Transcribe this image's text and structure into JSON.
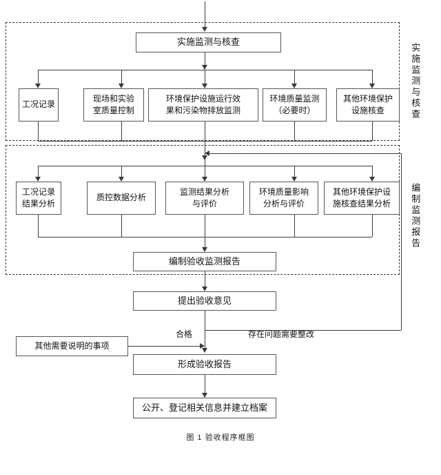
{
  "figure": {
    "caption": "图 1  验收程序框图"
  },
  "stages": [
    {
      "id": "stage-monitoring",
      "label": "实施监测与核查"
    },
    {
      "id": "stage-report",
      "label": "编制监测报告"
    }
  ],
  "nodes": {
    "implement_monitoring": "实施监测与核查",
    "row1": [
      {
        "id": "work-condition-record",
        "label": "工况记录"
      },
      {
        "id": "site-lab-quality-control",
        "label": "现场和实验\n室质量控制"
      },
      {
        "id": "env-facility-effect-pollutant-monitoring",
        "label": "环境保护设施运行效\n果和污染物排放监测"
      },
      {
        "id": "env-quality-monitoring",
        "label": "环境质量监测\n（必要时）"
      },
      {
        "id": "other-env-facility-check",
        "label": "其他环境保护\n设施核查"
      }
    ],
    "row2": [
      {
        "id": "work-condition-result-analysis",
        "label": "工况记录\n结果分析"
      },
      {
        "id": "qc-data-analysis",
        "label": "质控数据分析"
      },
      {
        "id": "monitoring-result-analysis",
        "label": "监测结果分析\n与评价"
      },
      {
        "id": "env-quality-impact-analysis",
        "label": "环境质量影响\n分析与评价"
      },
      {
        "id": "other-facility-check-result-analysis",
        "label": "其他环境保护设\n施核查结果分析"
      }
    ],
    "compile_report": "编制验收监测报告",
    "propose_opinion": "提出验收意见",
    "other_notes": "其他需要说明的事项",
    "form_report": "形成验收报告",
    "publish_register": "公开、登记相关信息并建立档案"
  },
  "edge_labels": {
    "qualified": "合格",
    "needs_rectification": "存在问题需要整改"
  },
  "colors": {
    "box_border": "#555555",
    "line": "#3a3a3a",
    "dashed_border": "#333333",
    "background": "#ffffff",
    "text": "#111111"
  }
}
